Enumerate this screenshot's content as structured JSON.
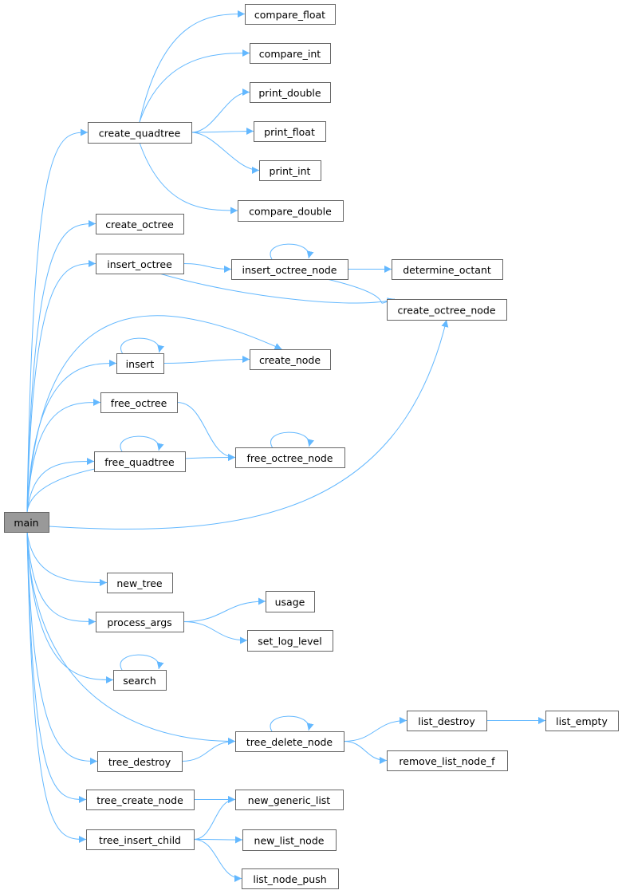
{
  "graph": {
    "root": "main",
    "nodes": [
      "main",
      "create_quadtree",
      "compare_float",
      "compare_int",
      "print_double",
      "print_float",
      "print_int",
      "compare_double",
      "create_octree",
      "insert_octree",
      "insert_octree_node",
      "determine_octant",
      "create_octree_node",
      "create_node",
      "insert",
      "free_octree",
      "free_octree_node",
      "free_quadtree",
      "new_tree",
      "process_args",
      "usage",
      "set_log_level",
      "search",
      "tree_delete_node",
      "list_destroy",
      "list_empty",
      "remove_list_node_f",
      "tree_destroy",
      "tree_create_node",
      "new_generic_list",
      "tree_insert_child",
      "new_list_node",
      "list_node_push"
    ],
    "edges": [
      [
        "main",
        "create_quadtree"
      ],
      [
        "main",
        "create_octree"
      ],
      [
        "main",
        "insert_octree"
      ],
      [
        "main",
        "create_node"
      ],
      [
        "main",
        "insert"
      ],
      [
        "main",
        "free_octree"
      ],
      [
        "main",
        "free_quadtree"
      ],
      [
        "main",
        "free_octree_node"
      ],
      [
        "main",
        "create_octree_node"
      ],
      [
        "main",
        "new_tree"
      ],
      [
        "main",
        "process_args"
      ],
      [
        "main",
        "search"
      ],
      [
        "main",
        "tree_delete_node"
      ],
      [
        "main",
        "tree_destroy"
      ],
      [
        "main",
        "tree_create_node"
      ],
      [
        "main",
        "tree_insert_child"
      ],
      [
        "create_quadtree",
        "compare_float"
      ],
      [
        "create_quadtree",
        "compare_int"
      ],
      [
        "create_quadtree",
        "print_double"
      ],
      [
        "create_quadtree",
        "print_float"
      ],
      [
        "create_quadtree",
        "print_int"
      ],
      [
        "create_quadtree",
        "compare_double"
      ],
      [
        "insert_octree",
        "insert_octree_node"
      ],
      [
        "insert_octree",
        "create_octree_node"
      ],
      [
        "insert_octree_node",
        "determine_octant"
      ],
      [
        "insert_octree_node",
        "create_octree_node"
      ],
      [
        "insert_octree_node",
        "insert_octree_node"
      ],
      [
        "insert",
        "create_node"
      ],
      [
        "insert",
        "insert"
      ],
      [
        "free_octree",
        "free_octree_node"
      ],
      [
        "free_quadtree",
        "free_quadtree"
      ],
      [
        "free_octree_node",
        "free_octree_node"
      ],
      [
        "process_args",
        "usage"
      ],
      [
        "process_args",
        "set_log_level"
      ],
      [
        "search",
        "search"
      ],
      [
        "tree_delete_node",
        "list_destroy"
      ],
      [
        "tree_delete_node",
        "remove_list_node_f"
      ],
      [
        "tree_delete_node",
        "tree_delete_node"
      ],
      [
        "list_destroy",
        "list_empty"
      ],
      [
        "tree_destroy",
        "tree_delete_node"
      ],
      [
        "tree_create_node",
        "new_generic_list"
      ],
      [
        "tree_insert_child",
        "new_generic_list"
      ],
      [
        "tree_insert_child",
        "new_list_node"
      ],
      [
        "tree_insert_child",
        "list_node_push"
      ]
    ],
    "colors": {
      "edge": "#63b8ff",
      "root_fill": "#999999",
      "node_border": "#666666"
    }
  }
}
